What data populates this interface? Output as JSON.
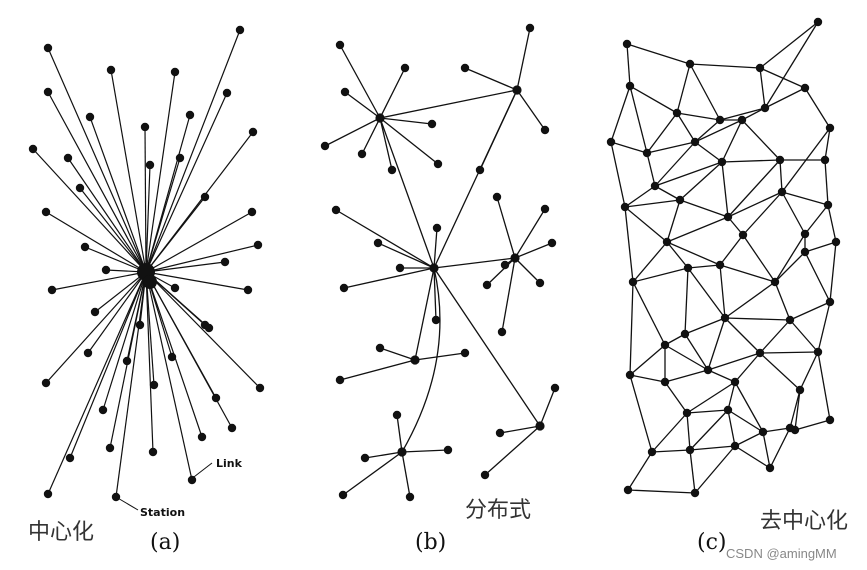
{
  "figure": {
    "panel_a": {
      "caption": "(a)",
      "label": "中心化",
      "station_label": "Station",
      "link_label": "Link"
    },
    "panel_b": {
      "caption": "(b)",
      "label": "分布式"
    },
    "panel_c": {
      "caption": "(c)",
      "label": "去中心化"
    },
    "watermark": "CSDN @amingMM"
  },
  "colors": {
    "ink": "#111111",
    "background": "#ffffff"
  }
}
